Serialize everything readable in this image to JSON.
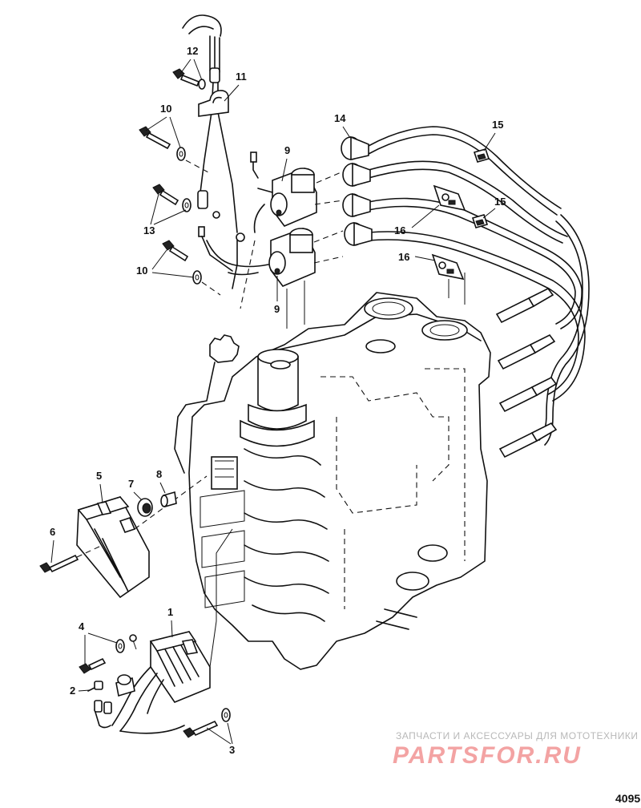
{
  "figure_number": "4095",
  "watermark": {
    "tagline": "ЗАПЧАСТИ И АКСЕССУАРЫ ДЛЯ МОТОТЕХНИКИ",
    "logo": "PARTSFOR.RU"
  },
  "callouts": {
    "c1": "1",
    "c2": "2",
    "c3": "3",
    "c4": "4",
    "c5": "5",
    "c6": "6",
    "c7": "7",
    "c8": "8",
    "c9a": "9",
    "c9b": "9",
    "c10a": "10",
    "c10b": "10",
    "c11": "11",
    "c12": "12",
    "c13": "13",
    "c14": "14",
    "c15a": "15",
    "c15b": "15",
    "c16a": "16",
    "c16b": "16"
  },
  "colors": {
    "line": "#111111",
    "watermark_text": "#b8b8b8",
    "watermark_logo": "#f3a3a3"
  }
}
